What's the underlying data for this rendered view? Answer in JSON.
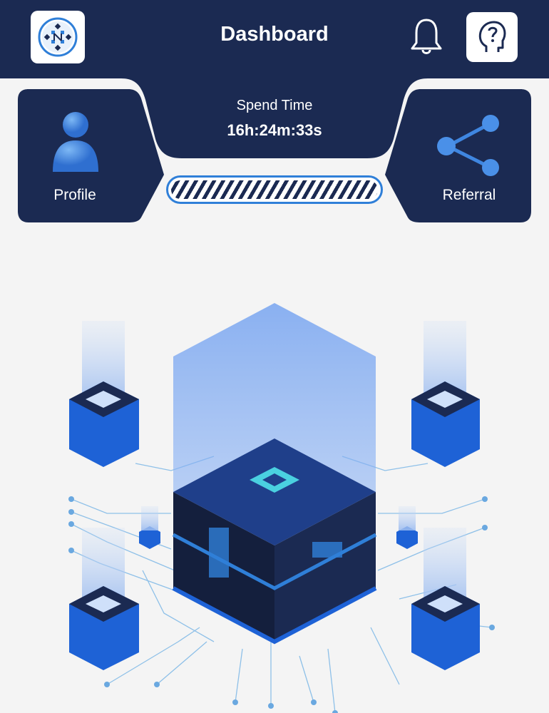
{
  "header": {
    "title": "Dashboard",
    "logo_icon": "network-logo-icon",
    "notification_icon": "bell-icon",
    "help_icon": "head-question-icon"
  },
  "timer": {
    "label": "Spend Time",
    "value": "16h:24m:33s",
    "progress_percent": 100
  },
  "cards": {
    "profile": {
      "label": "Profile",
      "icon": "user-icon"
    },
    "referral": {
      "label": "Referral",
      "icon": "share-icon"
    }
  },
  "colors": {
    "navy": "#1b2a52",
    "accent": "#2f7fd8",
    "background": "#f4f4f4"
  }
}
